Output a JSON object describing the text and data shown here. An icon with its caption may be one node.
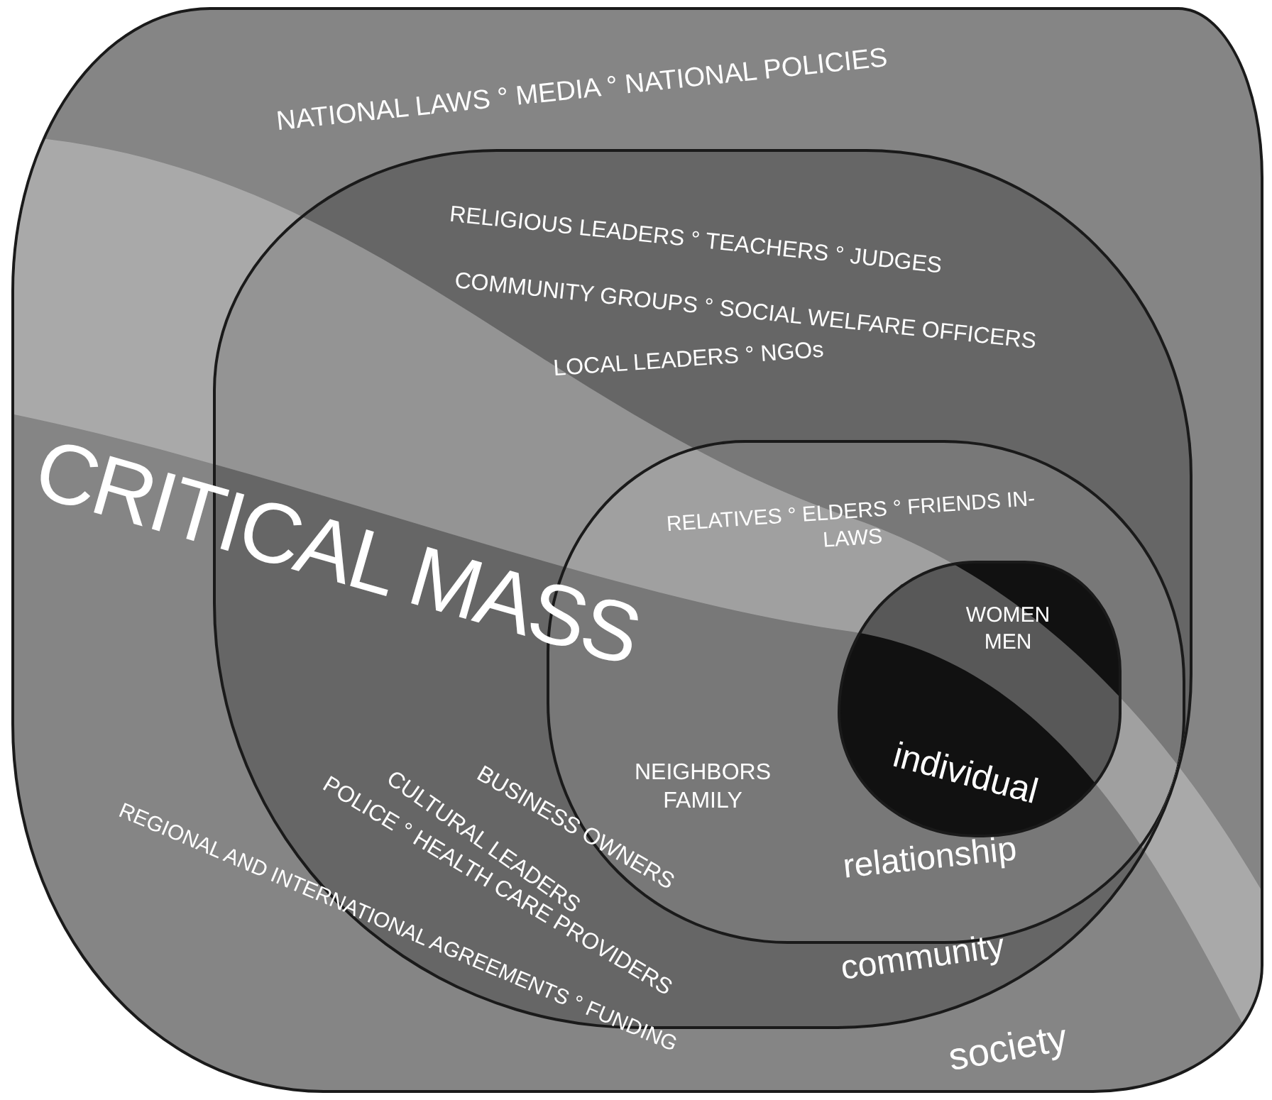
{
  "diagram": {
    "nodes": [
      {
        "text": [
          "NATIONAL LAWS ° MEDIA ° NATIONAL POLICIES",
          "REGIONAL AND INTERNATIONAL AGREEMENTS ° FUNDING",
          "society"
        ]
      },
      {
        "text": [
          "RELIGIOUS LEADERS ° TEACHERS ° JUDGES",
          "COMMUNITY GROUPS ° SOCIAL WELFARE OFFICERS",
          "LOCAL LEADERS ° NGOs",
          "POLICE ° HEALTH CARE PROVIDERS",
          "CULTURAL LEADERS",
          "BUSINESS OWNERS",
          "community"
        ],
        "in": 0
      },
      {
        "text": [
          "RELATIVES ° ELDERS ° FRIENDS IN-LAWS",
          "NEIGHBORS FAMILY",
          "relationship"
        ],
        "in": 1
      },
      {
        "text": [
          "WOMEN MEN",
          "individual"
        ],
        "in": 2
      }
    ],
    "edges": [],
    "labels": [
      "CRITICAL MASS"
    ]
  }
}
